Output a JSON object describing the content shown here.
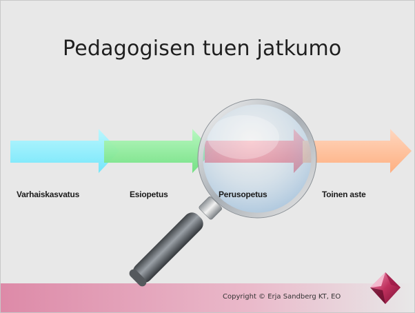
{
  "slide": {
    "title": "Pedagogisen tuen jatkumo",
    "copyright": "Copyright © Erja Sandberg KT, EO"
  },
  "stages": [
    {
      "label": "Varhaiskasvatus",
      "color": "#8fefff"
    },
    {
      "label": "Esiopetus",
      "color": "#8ef09a"
    },
    {
      "label": "Perusopetus",
      "color": "#f07f8c"
    },
    {
      "label": "Toinen aste",
      "color": "#ffbf98"
    }
  ],
  "colors": {
    "footer_gradient_start": "#dd8aa8",
    "footer_gradient_end": "#e8e8e8",
    "gem": "#c0305d"
  },
  "icons": {
    "magnifier": "magnifying-glass-icon",
    "gem": "gem-icon"
  }
}
